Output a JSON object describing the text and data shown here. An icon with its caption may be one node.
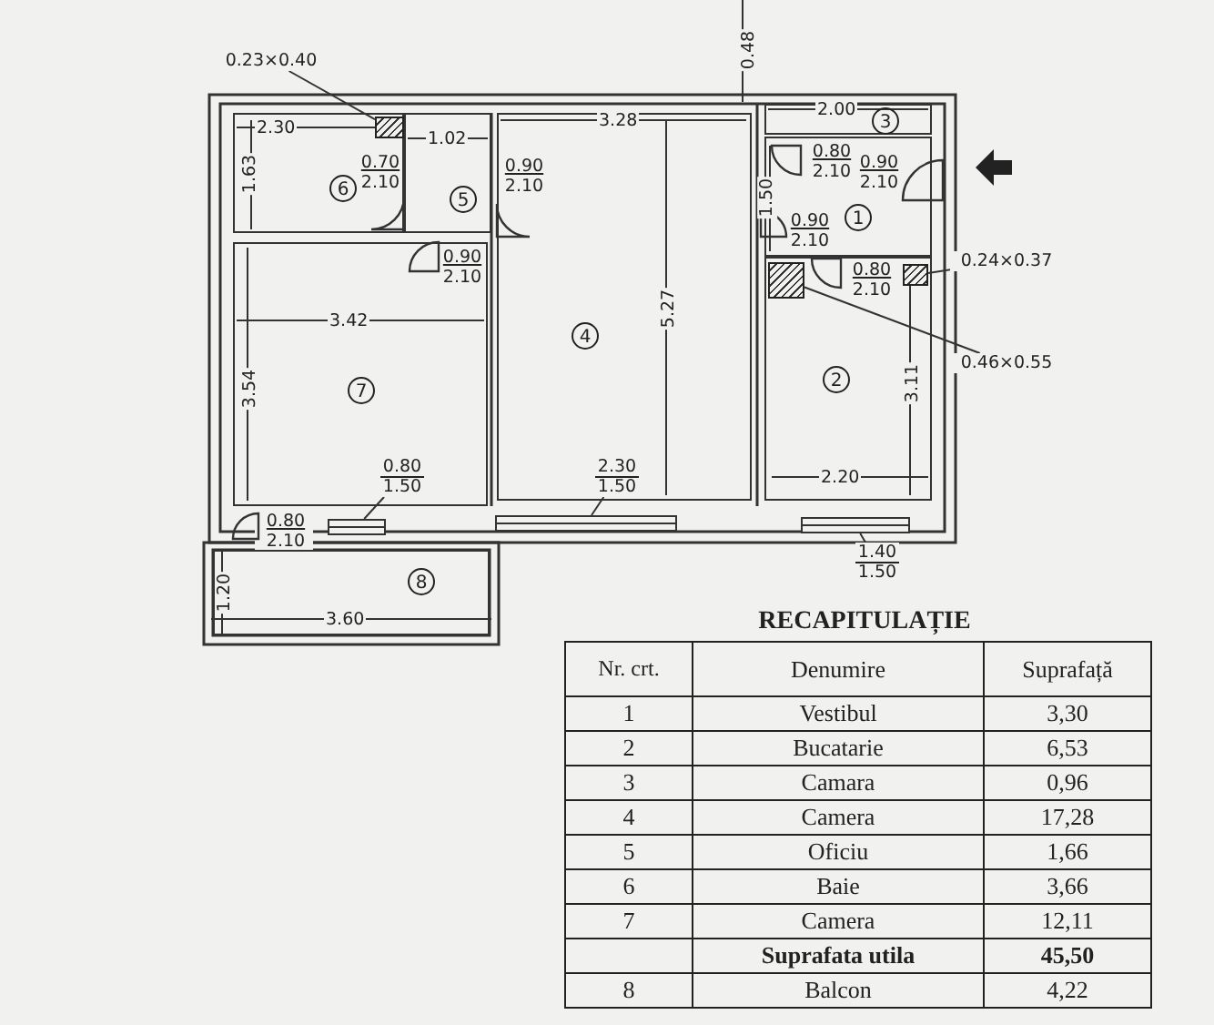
{
  "diagram": {
    "nodes": [
      {
        "text": [
          "6"
        ]
      },
      {
        "text": [],
        "shape": "box",
        "in": 0
      },
      {
        "text": [
          "5"
        ]
      },
      {
        "text": [
          "4"
        ]
      },
      {
        "text": [
          "3"
        ]
      },
      {
        "text": [
          "1"
        ]
      },
      {
        "text": [
          "7"
        ]
      },
      {
        "text": [
          "2"
        ]
      },
      {
        "text": [],
        "shape": "box",
        "in": 7
      },
      {
        "text": [],
        "shape": "box",
        "in": 7
      },
      {
        "text": [],
        "shape": "bar"
      },
      {
        "text": [],
        "shape": "bar"
      },
      {
        "text": [],
        "shape": "bar"
      },
      {
        "text": [
          "8"
        ]
      },
      {
        "text": [
          "0.23×0.40"
        ]
      },
      {
        "text": [
          "0.24×0.37"
        ]
      },
      {
        "text": [
          "0.46×0.55"
        ]
      },
      {
        "text": [
          "0.80 1.50"
        ],
        "in": 6
      },
      {
        "text": [
          "2.30 1.50"
        ],
        "in": 3
      },
      {
        "text": [
          "1.40 1.50"
        ]
      }
    ],
    "edges": [
      {
        "from": 14,
        "to": 1,
        "arrow": "none"
      },
      {
        "from": 15,
        "to": 9,
        "arrow": "none"
      },
      {
        "from": 16,
        "to": 8,
        "arrow": "none"
      },
      {
        "from": 17,
        "to": 10,
        "arrow": "none"
      },
      {
        "from": 18,
        "to": 11,
        "arrow": "none"
      },
      {
        "from": 19,
        "to": 12,
        "arrow": "none"
      }
    ],
    "labels": [
      "0.48",
      "2.30",
      "1.02",
      "3.28",
      "2.00",
      "1.63",
      "0.70 2.10",
      "0.90 2.10",
      "0.80 2.10",
      "0.90 2.10",
      "1.50",
      "0.90 2.10",
      "0.90 2.10",
      "0.80 2.10",
      "3.42",
      "5.27",
      "3.54",
      "3.11",
      "2.20",
      "0.80 2.10",
      "1.20",
      "3.60",
      "RECAPITULAȚIE",
      "Nr. crt.",
      "Denumire",
      "Suprafață",
      "1",
      "Vestibul",
      "3,30",
      "2",
      "Bucatarie",
      "6,53",
      "3",
      "Camara",
      "0,96",
      "4",
      "Camera",
      "17,28",
      "5",
      "Oficiu",
      "1,66",
      "6",
      "Baie",
      "3,66",
      "7",
      "Camera",
      "12,11",
      "Suprafata utila",
      "45,50",
      "8",
      "Balcon",
      "4,22"
    ]
  }
}
